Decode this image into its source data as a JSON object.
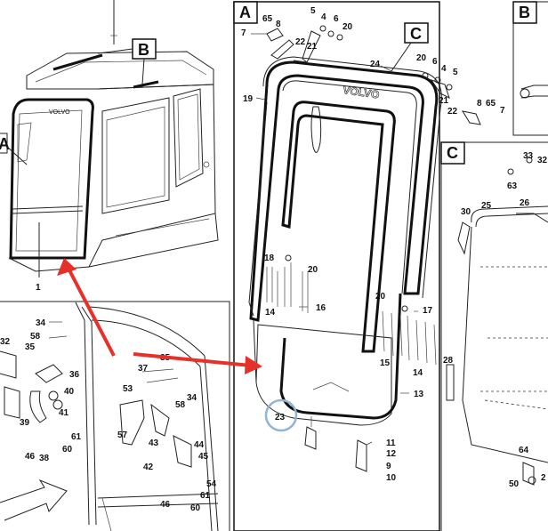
{
  "panels": {
    "a": {
      "letter": "A"
    },
    "b": {
      "letter": "B"
    },
    "c": {
      "letter": "C"
    }
  },
  "callouts": {
    "b_on_cab": "B",
    "c_on_panel_a": "C",
    "a_partial": "A"
  },
  "brand": {
    "logo_text": "VOLVO"
  },
  "highlighted_part": "23",
  "accent": {
    "arrow": "#e8302a",
    "circle": "#8fb4d8"
  },
  "labels": {
    "cab_1": "1",
    "pa_7": "7",
    "pa_65": "65",
    "pa_8": "8",
    "pa_5": "5",
    "pa_4": "4",
    "pa_6": "6",
    "pa_20a": "20",
    "pa_22": "22",
    "pa_21": "21",
    "pa_24": "24",
    "pa_19": "19",
    "pa_20b": "20",
    "pa_6b": "6",
    "pa_4b": "4",
    "pa_5b": "5",
    "pa_21b": "21",
    "pa_22b": "22",
    "pa_8b": "8",
    "pa_65b": "65",
    "pa_7b": "7",
    "pa_18": "18",
    "pa_20c": "20",
    "pa_16": "16",
    "pa_14a": "14",
    "pa_20d": "20",
    "pa_17": "17",
    "pa_15": "15",
    "pa_14b": "14",
    "pa_13": "13",
    "pa_23": "23",
    "pa_11": "11",
    "pa_12": "12",
    "pa_9": "9",
    "pa_10": "10",
    "pc_33": "33",
    "pc_32": "32",
    "pc_63": "63",
    "pc_30": "30",
    "pc_25": "25",
    "pc_26": "26",
    "pc_28": "28",
    "pc_64": "64",
    "pc_50": "50",
    "pc_2": "2",
    "bl_34": "34",
    "bl_58a": "58",
    "bl_35a": "35",
    "bl_32": "32",
    "bl_36": "36",
    "bl_37": "37",
    "bl_35b": "35",
    "bl_40": "40",
    "bl_41": "41",
    "bl_53": "53",
    "bl_34b": "34",
    "bl_58b": "58",
    "bl_39": "39",
    "bl_57": "57",
    "bl_61a": "61",
    "bl_43": "43",
    "bl_44": "44",
    "bl_45": "45",
    "bl_46a": "46",
    "bl_38": "38",
    "bl_60a": "60",
    "bl_42": "42",
    "bl_54": "54",
    "bl_61b": "61",
    "bl_46b": "46",
    "bl_60b": "60"
  }
}
